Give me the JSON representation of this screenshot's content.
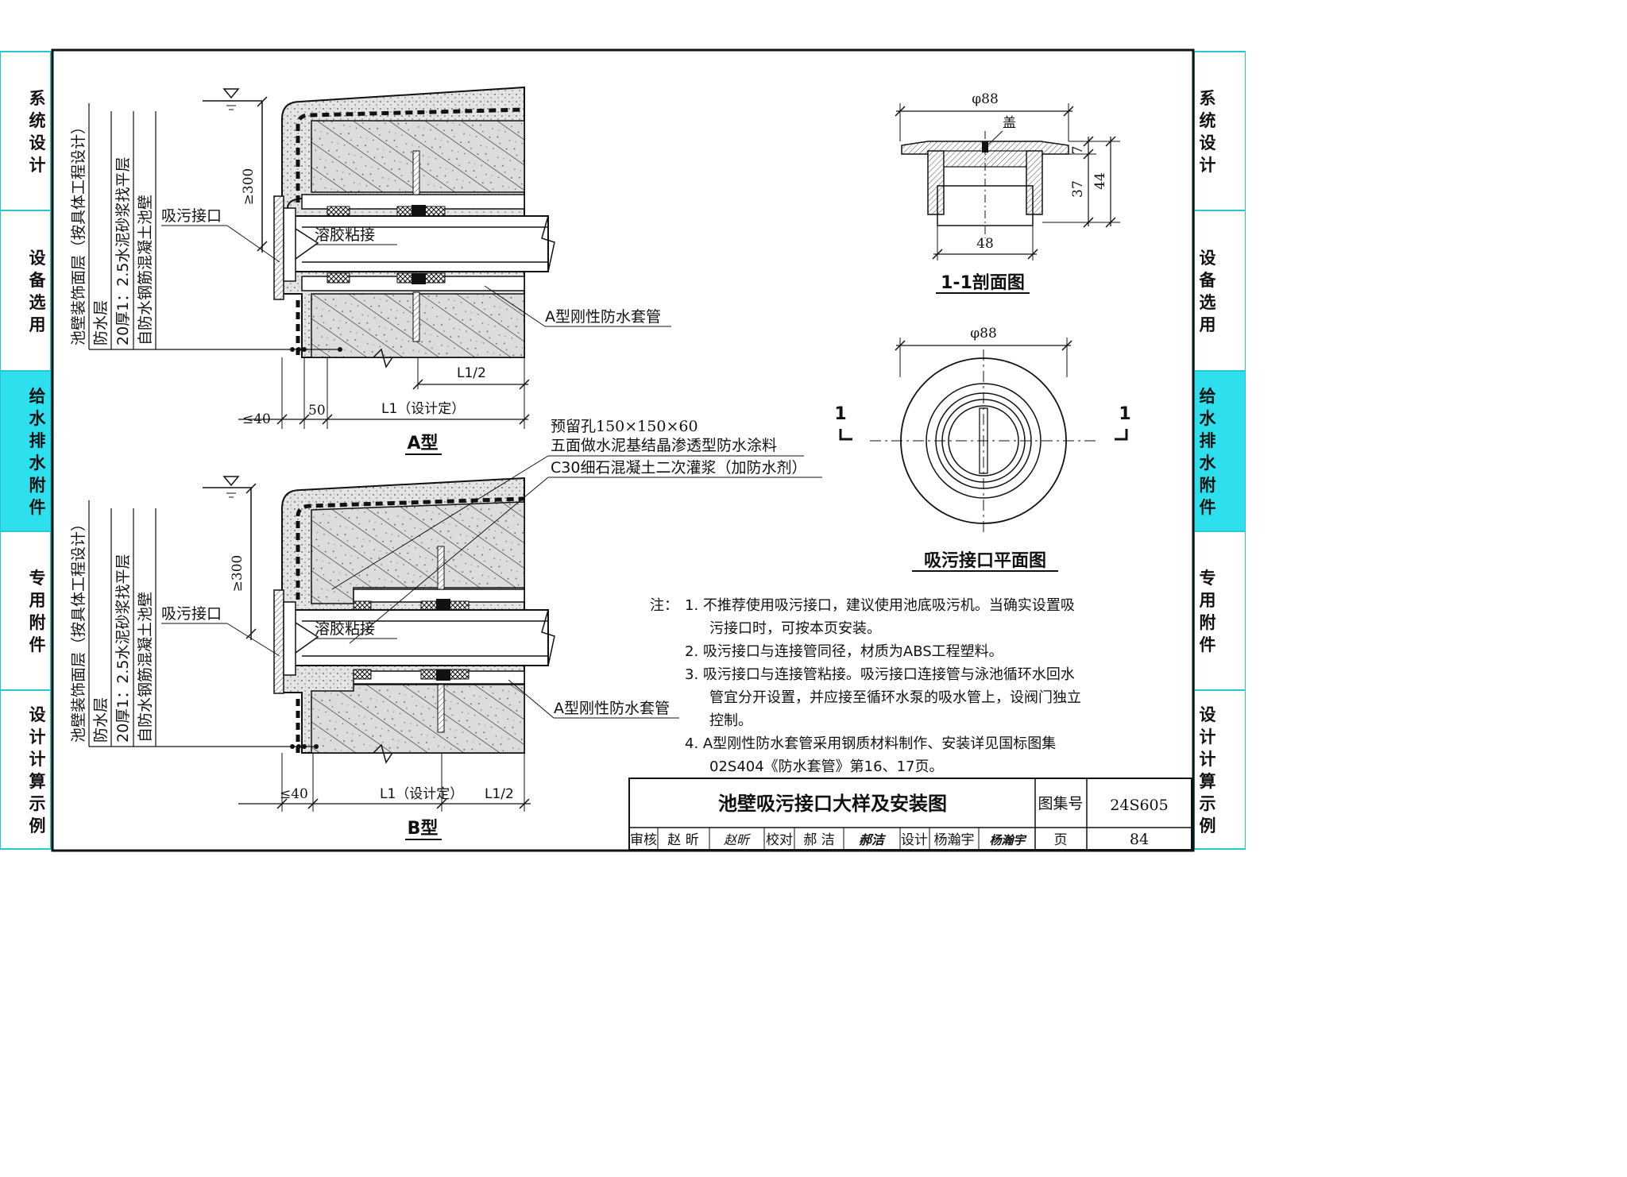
{
  "side_tabs": [
    {
      "label": "系统设计",
      "active": false
    },
    {
      "label": "设备选用",
      "active": false
    },
    {
      "label": "给水排水附件",
      "active": true
    },
    {
      "label": "专用附件",
      "active": false
    },
    {
      "label": "设计计算示例",
      "active": false
    }
  ],
  "colors": {
    "tab_active": "#2ee0ee",
    "tab_border": "#27c4d6",
    "line": "#111111",
    "concrete": "#d9d9d9"
  },
  "detail_a": {
    "caption": "A型",
    "layers": [
      "池壁装饰面层（按具体工程设计）",
      "防水层",
      "20厚1：2.5水泥砂浆找平层",
      "自防水钢筋混凝土池壁"
    ],
    "label_inlet": "吸污接口",
    "label_glue": "溶胶粘接",
    "label_sleeve": "A型刚性防水套管",
    "dim_water": "≥300",
    "dim_40": "≤40",
    "dim_50": "50",
    "dim_l1": "L1（设计定）",
    "dim_l1_half": "L1/2"
  },
  "detail_b": {
    "caption": "B型",
    "layers": [
      "池壁装饰面层（按具体工程设计）",
      "防水层",
      "20厚1：2.5水泥砂浆找平层",
      "自防水钢筋混凝土池壁"
    ],
    "label_inlet": "吸污接口",
    "label_glue": "溶胶粘接",
    "label_sleeve": "A型刚性防水套管",
    "label_hole_1": "预留孔150×150×60",
    "label_hole_2": "五面做水泥基结晶渗透型防水涂料",
    "label_grout": "C30细石混凝土二次灌浆（加防水剂）",
    "dim_water": "≥300",
    "dim_40": "≤40",
    "dim_l1": "L1（设计定）",
    "dim_l1_half": "L1/2"
  },
  "section": {
    "title": "1-1剖面图",
    "dim_top": "φ88",
    "label_cap": "盖",
    "dim_7": "7",
    "dim_37": "37",
    "dim_44": "44",
    "dim_48": "48"
  },
  "plan": {
    "title": "吸污接口平面图",
    "dim_top": "φ88",
    "mark_left": "1",
    "mark_right": "1"
  },
  "notes": {
    "head": "注：",
    "lines": [
      "1.  不推荐使用吸污接口，建议使用池底吸污机。当确实设置吸",
      "污接口时，可按本页安装。",
      "2.  吸污接口与连接管同径，材质为ABS工程塑料。",
      "3.  吸污接口与连接管粘接。吸污接口连接管与泳池循环水回水",
      "管宜分开设置，并应接至循环水泵的吸水管上，设阀门独立",
      "控制。",
      "4.  A型刚性防水套管采用钢质材料制作、安装详见国标图集",
      "02S404《防水套管》第16、17页。"
    ]
  },
  "title_block": {
    "title": "池壁吸污接口大样及安装图",
    "atlas_label": "图集号",
    "atlas_no": "24S605",
    "review_label": "审核",
    "review_name": "赵 昕",
    "review_sig": "赵昕",
    "check_label": "校对",
    "check_name": "郝 洁",
    "check_sig": "郝洁",
    "design_label": "设计",
    "design_name": "杨瀚宇",
    "design_sig": "杨瀚宇",
    "page_label": "页",
    "page_no": "84"
  }
}
